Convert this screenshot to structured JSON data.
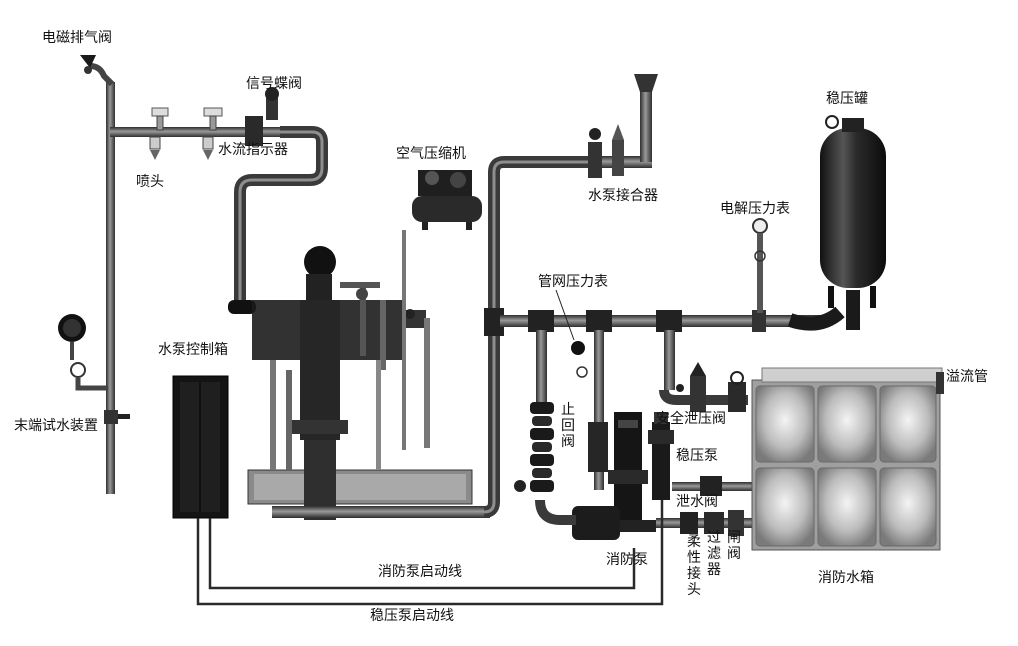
{
  "labels": {
    "solenoid_vent_valve": "电磁排气阀",
    "signal_butterfly_valve": "信号蝶阀",
    "sprinkler": "喷头",
    "water_flow_indicator": "水流指示器",
    "air_compressor": "空气压缩机",
    "pump_adapter": "水泵接合器",
    "pressure_tank": "稳压罐",
    "electric_pressure_gauge": "电解压力表",
    "network_pressure_gauge": "管网压力表",
    "pump_control_box": "水泵控制箱",
    "end_test_device": "末端试水装置",
    "check_valve": "止回阀",
    "safety_relief_valve": "安全泄压阀",
    "stabilizer_pump": "稳压泵",
    "overflow_pipe": "溢流管",
    "drain_valve": "泄水阀",
    "flexible_joint": "柔性接头",
    "filter": "过滤器",
    "gate_valve": "闸阀",
    "fire_pump": "消防泵",
    "fire_water_tank": "消防水箱",
    "fire_pump_start_line": "消防泵启动线",
    "stabilizer_pump_start_line": "稳压泵启动线"
  },
  "colors": {
    "pipe": "#3f3f3f",
    "pipe_highlight": "#8a8a8a",
    "equipment_dark": "#1e1e1e",
    "tank_steel": "#bdbdbd",
    "wire": "#2a2a2a"
  }
}
